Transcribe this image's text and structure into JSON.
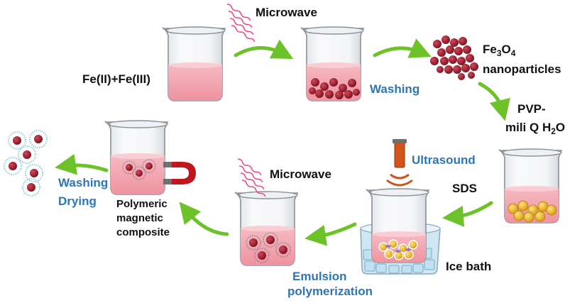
{
  "labels": {
    "microwave_top": "Microwave",
    "fe_salts": "Fe(II)+Fe(III)",
    "washing_top": "Washing",
    "fe3o4_main": "Fe",
    "fe3o4_sub3": "3",
    "fe3o4_o": "O",
    "fe3o4_sub4": "4",
    "nanoparticles": "nanoparticles",
    "pvp": "PVP-",
    "mili_q": "mili Q H",
    "h2o_sub": "2",
    "h2o_o": "O",
    "ultrasound": "Ultrasound",
    "sds": "SDS",
    "microwave_bottom": "Microwave",
    "ice_bath": "Ice bath",
    "emulsion": "Emulsion",
    "polymerization": "polymerization",
    "washing_left": "Washing",
    "drying": "Drying",
    "composite_line1": "Polymeric",
    "composite_line2": "magnetic",
    "composite_line3": "composite"
  },
  "colors": {
    "arrow": "#6cc228",
    "liquid": "#f2a7b1",
    "nanoparticle": "#9b1b2a",
    "text_blue": "#2e75b6",
    "micelle": "#e8b020",
    "magnet": "#c0161e"
  },
  "icons": [
    "microwave-wave-icon",
    "beaker-icon",
    "magnet-icon",
    "ultrasound-probe-icon",
    "ice-cube-icon"
  ]
}
